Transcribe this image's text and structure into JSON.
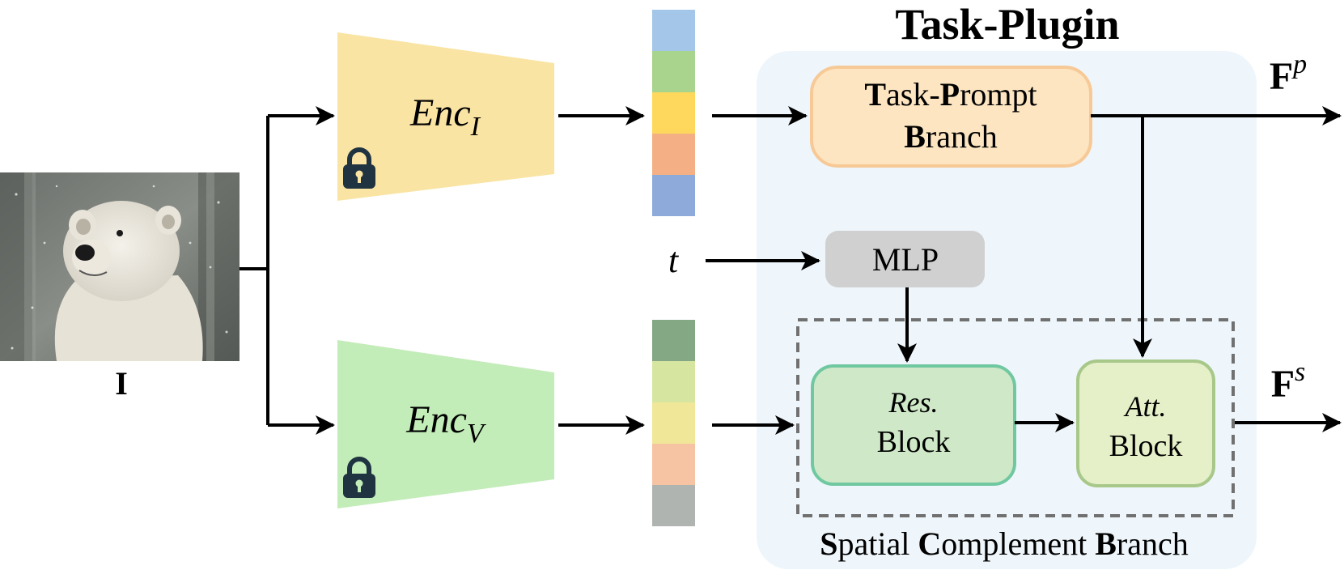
{
  "title": "Task-Plugin",
  "image_label": "I",
  "encoders": {
    "image": {
      "base": "Enc",
      "sub": "I",
      "color": "#f9e4a3"
    },
    "video": {
      "base": "Enc",
      "sub": "V",
      "color": "#c2ecb8"
    }
  },
  "lock_icon": {
    "name": "lock-icon",
    "color": "#1f3340"
  },
  "token_stacks": {
    "top": [
      "#a4c6e8",
      "#a8d48e",
      "#fdd85c",
      "#f4b084",
      "#8eaadb"
    ],
    "bottom": [
      "#84a884",
      "#d6e5a0",
      "#f0e898",
      "#f6c4a2",
      "#b0b4b0"
    ]
  },
  "time_label": "t",
  "mlp_label": "MLP",
  "task_prompt": {
    "line1": [
      {
        "t": "T",
        "b": true
      },
      {
        "t": "ask-",
        "b": false
      },
      {
        "t": "P",
        "b": true
      },
      {
        "t": "rompt",
        "b": false
      }
    ],
    "line2": [
      {
        "t": "B",
        "b": true
      },
      {
        "t": "ranch",
        "b": false
      }
    ]
  },
  "res_block": {
    "line1": "Res.",
    "line2": "Block"
  },
  "att_block": {
    "line1": "Att.",
    "line2": "Block"
  },
  "spatial_branch": [
    {
      "t": "S",
      "b": true
    },
    {
      "t": "patial ",
      "b": false
    },
    {
      "t": "C",
      "b": true
    },
    {
      "t": "omplement ",
      "b": false
    },
    {
      "t": "B",
      "b": true
    },
    {
      "t": "ranch",
      "b": false
    }
  ],
  "outputs": {
    "prompt": {
      "base": "F",
      "sup": "p"
    },
    "spatial": {
      "base": "F",
      "sup": "s"
    }
  },
  "colors": {
    "plugin_bg": "#eef6fb",
    "task_prompt_fill": "#fde5c1",
    "task_prompt_stroke": "#f7c996",
    "mlp_fill": "#d0d0d0",
    "res_fill": "#cfe8c8",
    "res_stroke": "#70c8a0",
    "att_fill": "#e5efc8",
    "att_stroke": "#a8c88a",
    "dashed": "#707070",
    "arrow": "#000000"
  }
}
